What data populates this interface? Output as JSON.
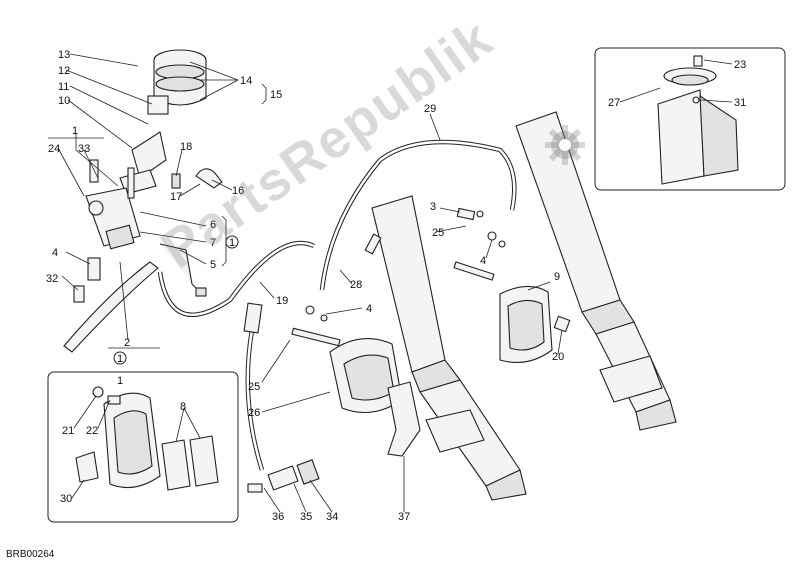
{
  "drawing_code": "BRB00264",
  "watermark": "PartsRepublik",
  "callouts": [
    "1",
    "2",
    "3",
    "4",
    "4",
    "4",
    "5",
    "6",
    "7",
    "8",
    "9",
    "10",
    "11",
    "12",
    "13",
    "14",
    "15",
    "16",
    "17",
    "18",
    "19",
    "20",
    "21",
    "22",
    "23",
    "24",
    "25",
    "25",
    "26",
    "27",
    "28",
    "29",
    "30",
    "31",
    "32",
    "33",
    "34",
    "35",
    "36",
    "37"
  ],
  "circled_markers": [
    "1",
    "1",
    "1"
  ],
  "colors": {
    "line": "#222222",
    "fill": "#f4f4f4",
    "watermark": "#9a9a9a"
  }
}
